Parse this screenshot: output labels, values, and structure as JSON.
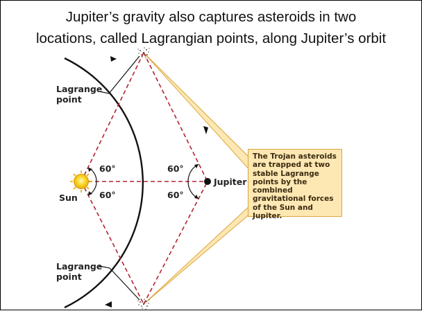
{
  "title": {
    "line1": "Jupiter’s gravity also captures asteroids in two",
    "line2": "locations, called Lagrangian points, along Jupiter’s orbit"
  },
  "labels": {
    "lagrange_top_1": "Lagrange",
    "lagrange_top_2": "point",
    "lagrange_bottom_1": "Lagrange",
    "lagrange_bottom_2": "point",
    "sun": "Sun",
    "jupiter": "Jupiter",
    "angle_sun_upper": "60°",
    "angle_sun_lower": "60°",
    "angle_jup_upper": "60°",
    "angle_jup_lower": "60°"
  },
  "callout": {
    "text": "The Trojan asteroids are trapped at two stable Lagrange points by the combined gravitational forces of the Sun and Jupiter."
  },
  "colors": {
    "triangle_dash": "#b32233",
    "orbit": "#111111",
    "sun_fill": "#f5cf16",
    "callout_fill": "#fde7b3",
    "callout_border": "#d9a53a"
  }
}
